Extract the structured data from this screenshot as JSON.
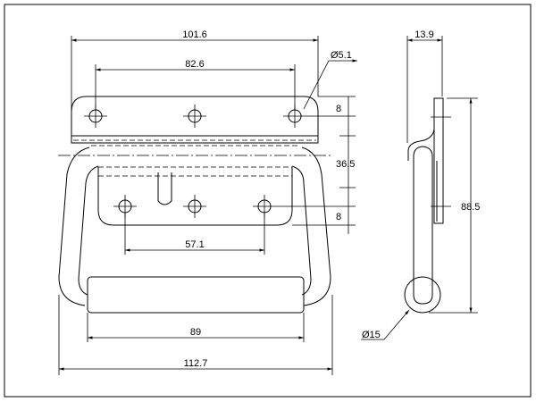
{
  "drawing": {
    "front_view": {
      "dim_overall_plate_width": "101.6",
      "dim_top_hole_spacing": "82.6",
      "dim_hole_diameter": "Ø5.1",
      "dim_top_hole_offset": "8",
      "dim_plate_height": "36.5",
      "dim_bottom_hole_offset": "8",
      "dim_bottom_hole_spacing": "57.1",
      "dim_grip_width": "89",
      "dim_overall_width": "112.7"
    },
    "side_view": {
      "dim_depth": "13.9",
      "dim_height": "88.5",
      "dim_grip_diameter": "Ø15"
    }
  }
}
